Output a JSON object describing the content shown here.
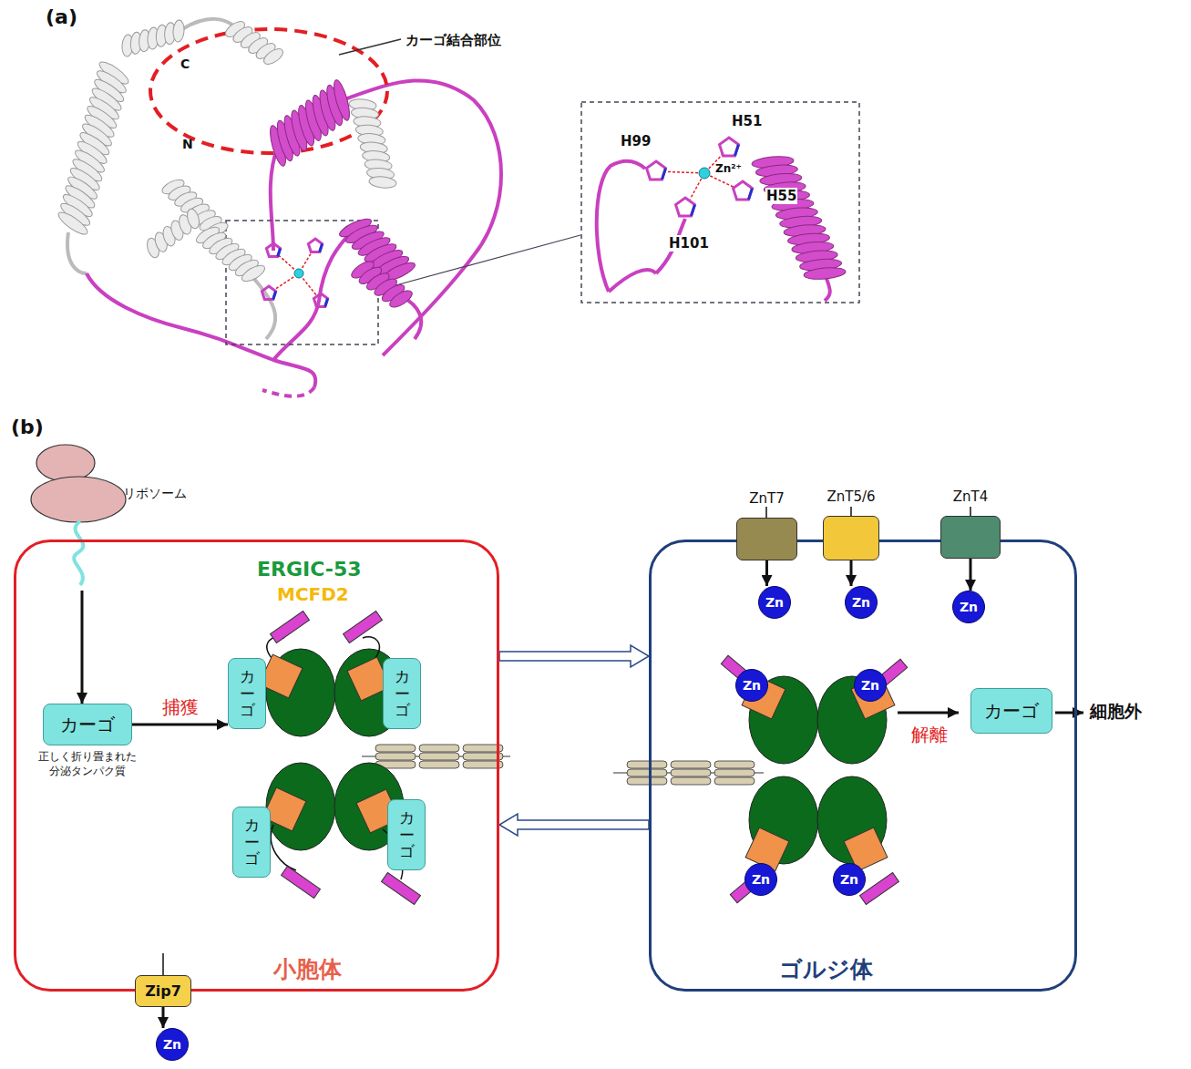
{
  "diagram": {
    "nodes": [
      {
        "text": [
          "リボソーム"
        ]
      },
      {
        "text": [
          "小胞体"
        ]
      },
      {
        "text": [
          "カーゴ",
          "正しく折り畳まれた 分泌タンパク質"
        ],
        "in": 1
      },
      {
        "text": [
          "カーゴ"
        ],
        "in": 1
      },
      {
        "text": [
          "カーゴ"
        ],
        "in": 1
      },
      {
        "text": [
          "カーゴ"
        ],
        "in": 1
      },
      {
        "text": [
          "カーゴ"
        ],
        "in": 1
      },
      {
        "text": [
          "Zip7"
        ]
      },
      {
        "text": [
          "Zn"
        ]
      },
      {
        "text": [
          "ゴルジ体"
        ]
      },
      {
        "text": [
          "ZnT7"
        ]
      },
      {
        "text": [
          "ZnT5/6"
        ]
      },
      {
        "text": [
          "ZnT4"
        ]
      },
      {
        "text": [
          "Zn"
        ],
        "in": 9
      },
      {
        "text": [
          "Zn"
        ],
        "in": 9
      },
      {
        "text": [
          "Zn"
        ],
        "in": 9
      },
      {
        "text": [
          "Zn"
        ],
        "in": 9
      },
      {
        "text": [
          "Zn"
        ],
        "in": 9
      },
      {
        "text": [
          "Zn"
        ],
        "in": 9
      },
      {
        "text": [
          "Zn"
        ],
        "in": 9
      },
      {
        "text": [
          "カーゴ"
        ],
        "in": 9
      }
    ],
    "edges": [
      {
        "from": 0,
        "to": 2,
        "arrow": "to"
      },
      {
        "from": 2,
        "to": 3,
        "label": "捕獲",
        "arrow": "to"
      },
      {
        "from": 7,
        "to": 8,
        "arrow": "to"
      },
      {
        "from": 10,
        "to": 13,
        "arrow": "to"
      },
      {
        "from": 11,
        "to": 14,
        "arrow": "to"
      },
      {
        "from": 12,
        "to": 15,
        "arrow": "to"
      },
      {
        "from": 1,
        "to": 9,
        "arrow": "to"
      },
      {
        "from": 9,
        "to": 1,
        "arrow": "to"
      }
    ],
    "labels": [
      "(a)",
      "カーゴ結合部位",
      "C",
      "N",
      "H99",
      "H51",
      "Zn²⁺",
      "H55",
      "H101",
      "(b)",
      "ERGIC-53",
      "MCFD2",
      "解離",
      "細胞外"
    ]
  }
}
